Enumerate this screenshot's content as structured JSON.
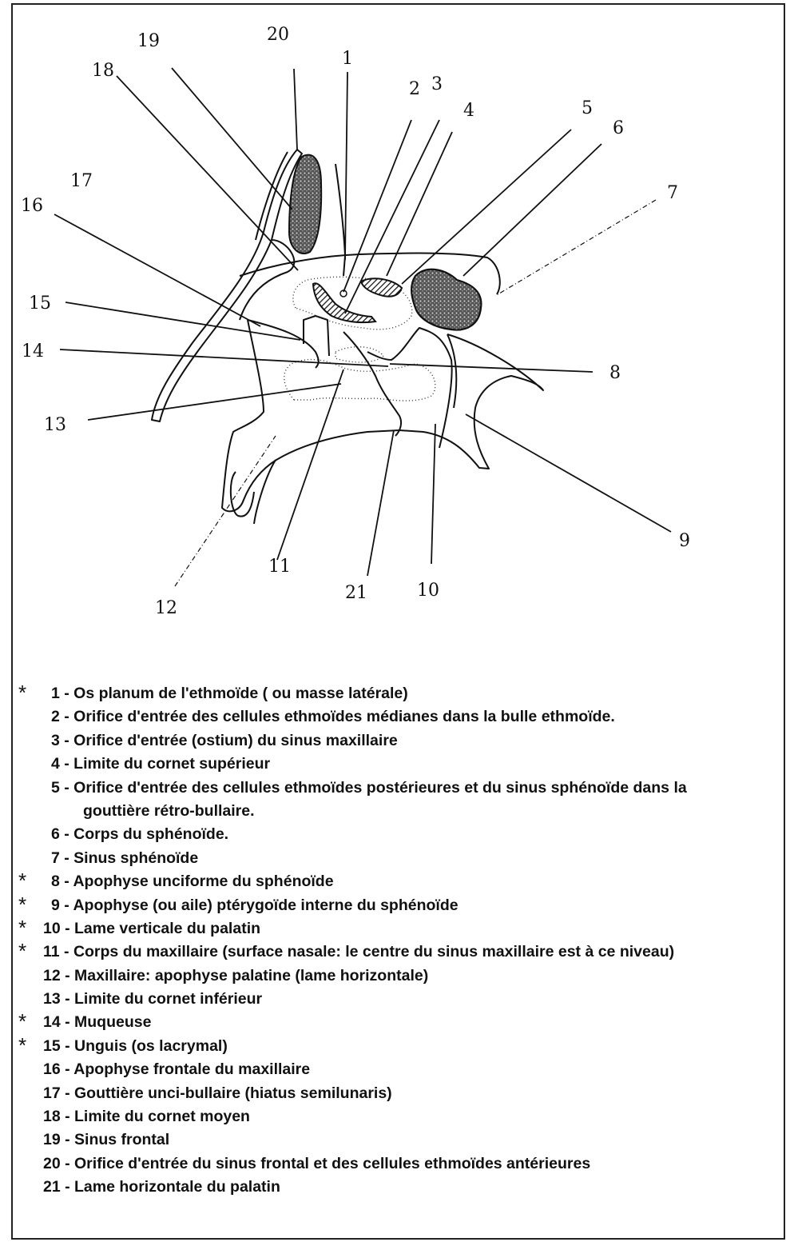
{
  "diagram": {
    "callouts": [
      "1",
      "2",
      "3",
      "4",
      "5",
      "6",
      "7",
      "8",
      "9",
      "10",
      "11",
      "12",
      "13",
      "14",
      "15",
      "16",
      "17",
      "18",
      "19",
      "20",
      "21"
    ]
  },
  "legend": {
    "items": [
      {
        "marker": "*",
        "text": "1 - Os planum de l'ethmoïde ( ou masse latérale)"
      },
      {
        "marker": "",
        "text": "2 - Orifice d'entrée des cellules ethmoïdes médianes dans la bulle ethmoïde."
      },
      {
        "marker": "",
        "text": "3 - Orifice d'entrée (ostium) du sinus maxillaire"
      },
      {
        "marker": "",
        "text": "4 - Limite du cornet supérieur"
      },
      {
        "marker": "",
        "text": "5 - Orifice d'entrée des cellules ethmoïdes postérieures et du sinus sphénoïde dans la"
      },
      {
        "marker": "",
        "text": "gouttière rétro-bullaire.",
        "continuation": true
      },
      {
        "marker": "",
        "text": "6 - Corps du sphénoïde."
      },
      {
        "marker": "",
        "text": "7 - Sinus sphénoïde"
      },
      {
        "marker": "*",
        "text": "8 - Apophyse unciforme du sphénoïde"
      },
      {
        "marker": "*",
        "text": "9 - Apophyse (ou aile) ptérygoïde interne du sphénoïde"
      },
      {
        "marker": "*",
        "text": "10 - Lame verticale du palatin"
      },
      {
        "marker": "*",
        "text": "11 - Corps du maxillaire (surface nasale: le centre du sinus maxillaire est à ce niveau)"
      },
      {
        "marker": "",
        "text": "12 - Maxillaire: apophyse palatine (lame horizontale)"
      },
      {
        "marker": "",
        "text": "13 - Limite du cornet inférieur"
      },
      {
        "marker": "*",
        "text": "14 - Muqueuse"
      },
      {
        "marker": "*",
        "text": "15 - Unguis (os lacrymal)"
      },
      {
        "marker": "",
        "text": "16 - Apophyse frontale du maxillaire"
      },
      {
        "marker": "",
        "text": "17 - Gouttière unci-bullaire (hiatus semilunaris)"
      },
      {
        "marker": "",
        "text": "18 - Limite du cornet moyen"
      },
      {
        "marker": "",
        "text": "19 - Sinus frontal"
      },
      {
        "marker": "",
        "text": "20 - Orifice d'entrée du sinus frontal et des cellules ethmoïdes antérieures"
      },
      {
        "marker": "",
        "text": "21 - Lame horizontale du palatin"
      }
    ]
  }
}
